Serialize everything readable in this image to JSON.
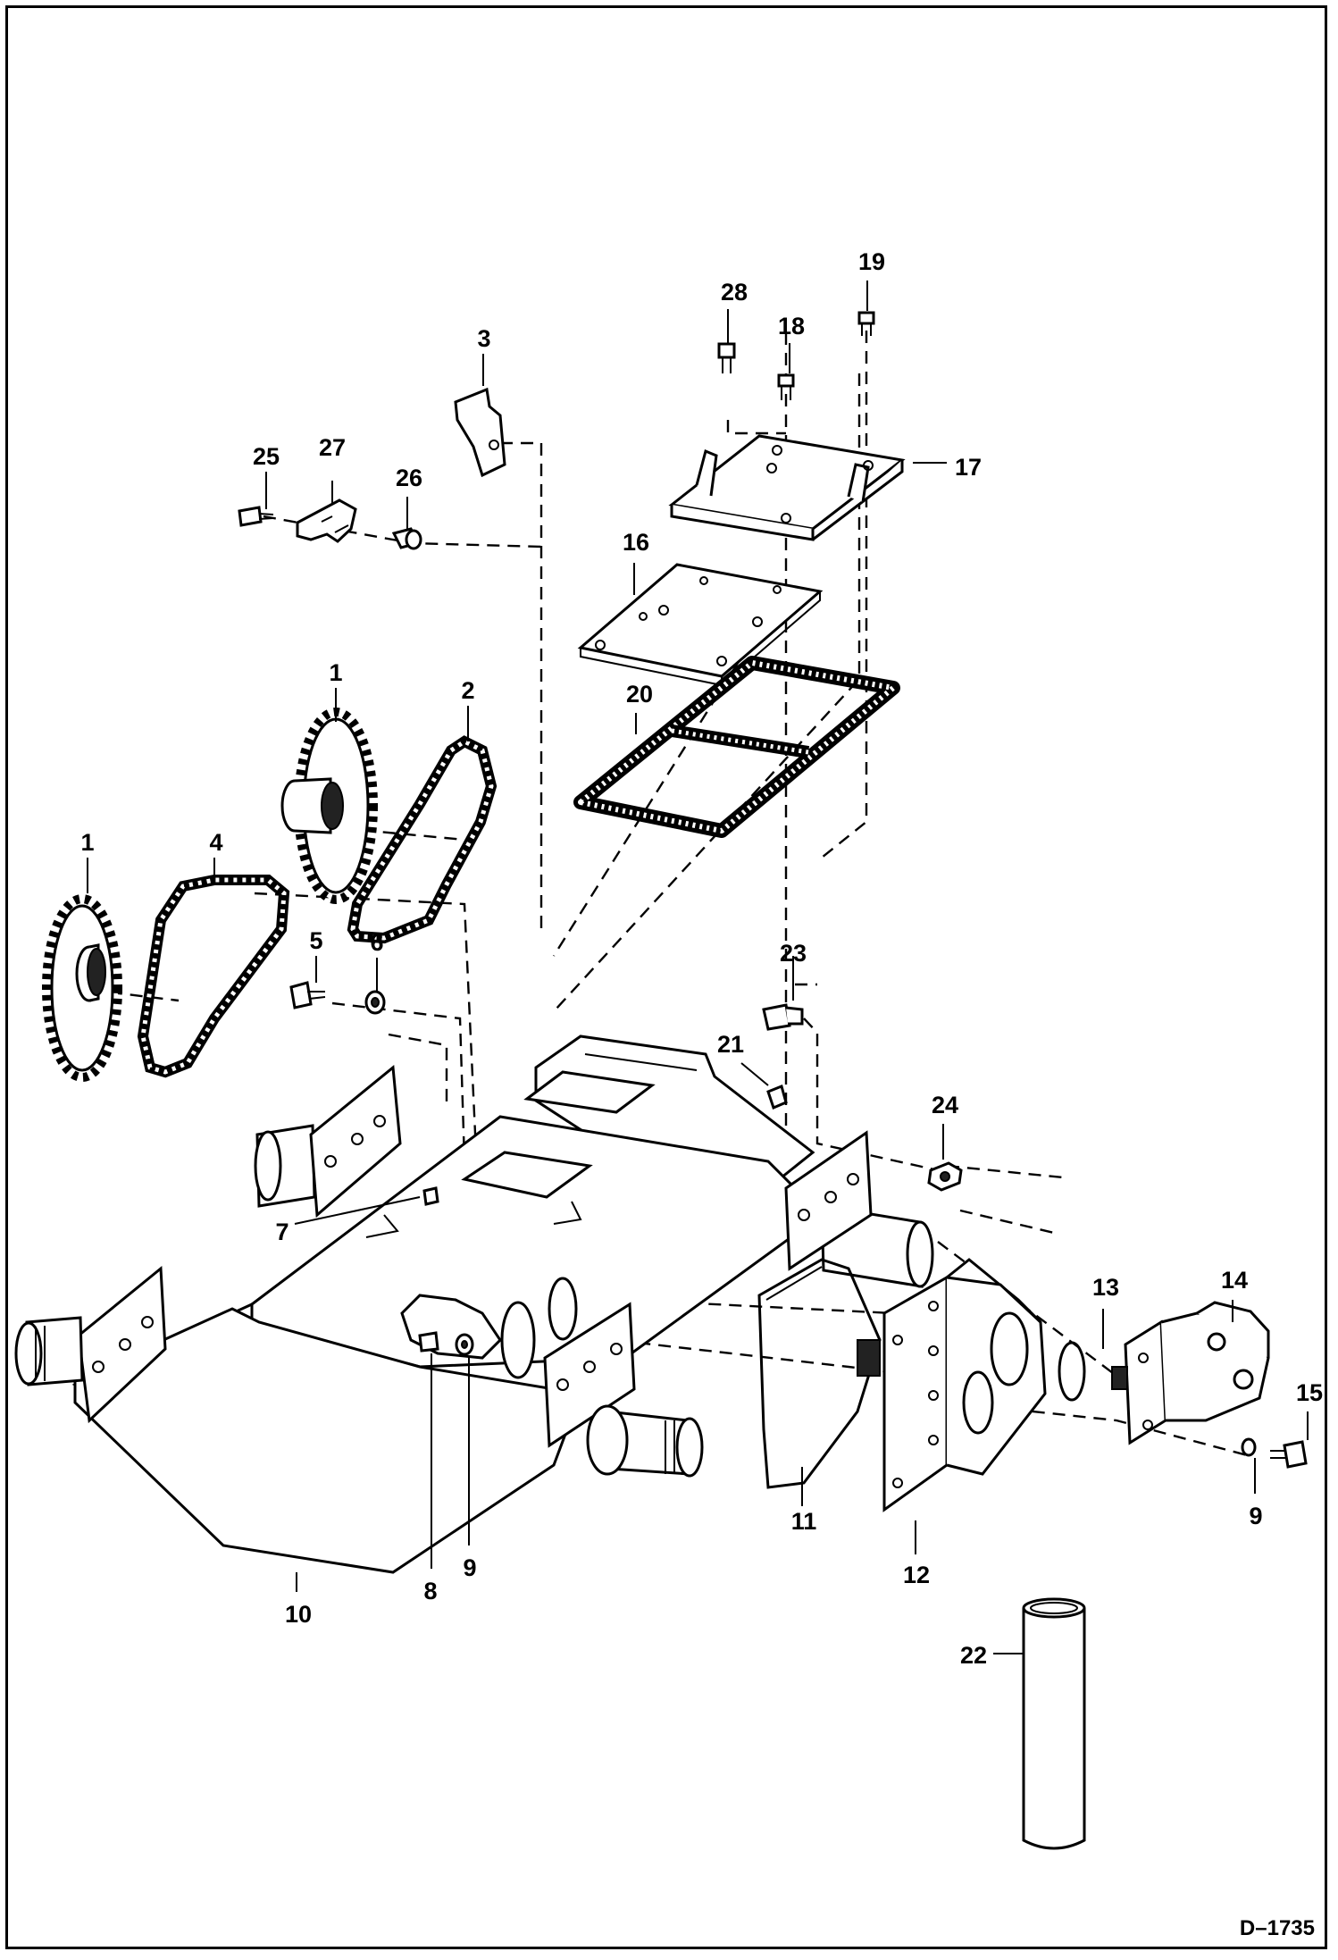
{
  "drawing_ref": "D–1735",
  "callouts": [
    "1",
    "1",
    "2",
    "3",
    "4",
    "5",
    "6",
    "7",
    "8",
    "9",
    "9",
    "10",
    "11",
    "12",
    "13",
    "14",
    "15",
    "16",
    "17",
    "18",
    "19",
    "20",
    "21",
    "22",
    "23",
    "24",
    "25",
    "26",
    "27",
    "28"
  ]
}
